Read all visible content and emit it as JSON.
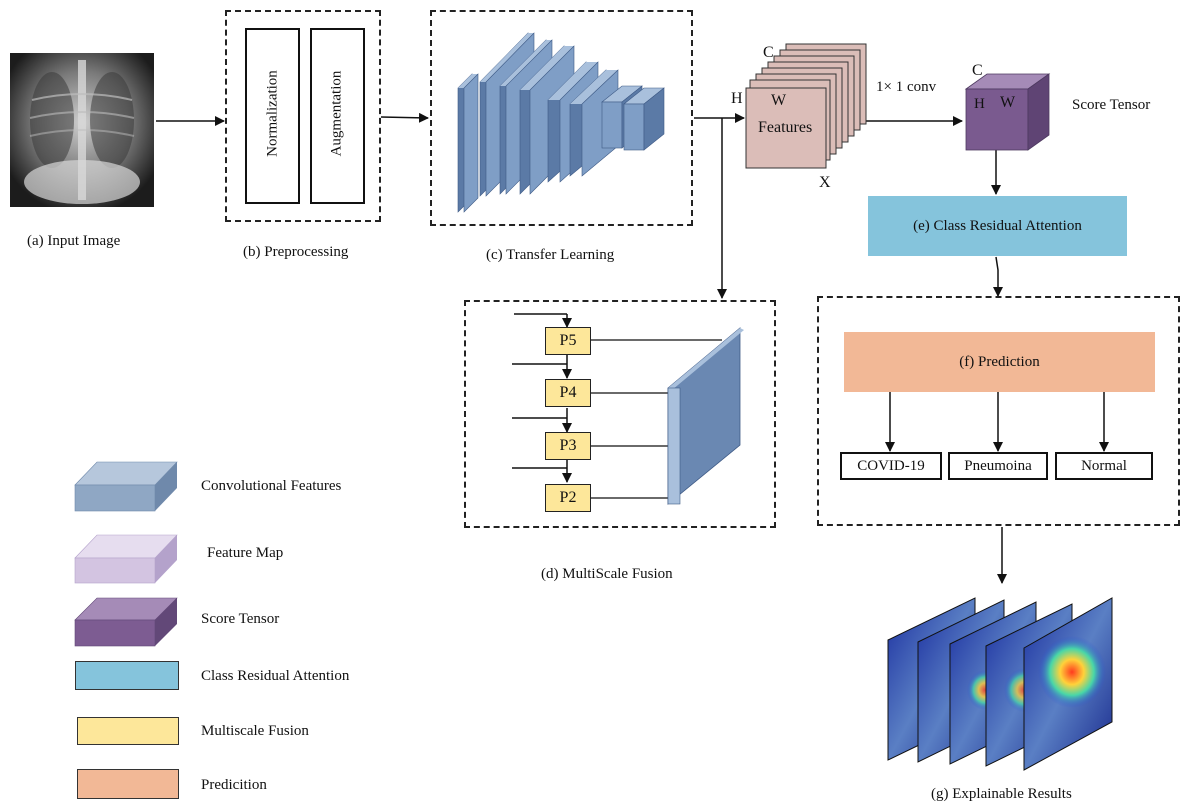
{
  "labels": {
    "input_image": "(a) Input Image",
    "preprocessing": "(b) Preprocessing",
    "normalization": "Normalization",
    "augmentation": "Augmentation",
    "transfer_learning": "(c) Transfer Learning",
    "multiscale_fusion": "(d) MultiScale Fusion",
    "class_residual_attention": "(e) Class Residual Attention",
    "prediction": "(f) Prediction",
    "explainable_results": "(g) Explainable Results",
    "features": "Features",
    "dim_c": "C",
    "dim_h": "H",
    "dim_w": "W",
    "dim_x": "X",
    "conv": "1× 1 conv",
    "score_tensor": "Score Tensor"
  },
  "pyramid": [
    "P5",
    "P4",
    "P3",
    "P2"
  ],
  "classes": [
    "COVID-19",
    "Pneumoina",
    "Normal"
  ],
  "legend": [
    {
      "label": "Convolutional Features",
      "shape": "cuboid",
      "front": "#8fa7c4",
      "top": "#b6c7dc",
      "side": "#6f89ab"
    },
    {
      "label": "Feature Map",
      "shape": "cuboid",
      "front": "#d3c4e1",
      "top": "#e6ddef",
      "side": "#b4a2cb"
    },
    {
      "label": "Score Tensor",
      "shape": "cuboid",
      "front": "#7d5c92",
      "top": "#a58bb7",
      "side": "#624878"
    },
    {
      "label": "Class Residual Attention",
      "shape": "flat",
      "color": "#85c4dc"
    },
    {
      "label": "Multiscale Fusion",
      "shape": "flat",
      "color": "#fde79a"
    },
    {
      "label": "Predicition",
      "shape": "flat",
      "color": "#f2b896"
    }
  ],
  "colors": {
    "conv_front": "#7f9ec6",
    "conv_side": "#5b7aa6",
    "conv_top": "#a9c0dc",
    "features": "#dbbdb8",
    "score_tensor": "#7a5a8f",
    "attention": "#85c4dc",
    "fusion": "#fde79a",
    "prediction": "#f2b896"
  }
}
